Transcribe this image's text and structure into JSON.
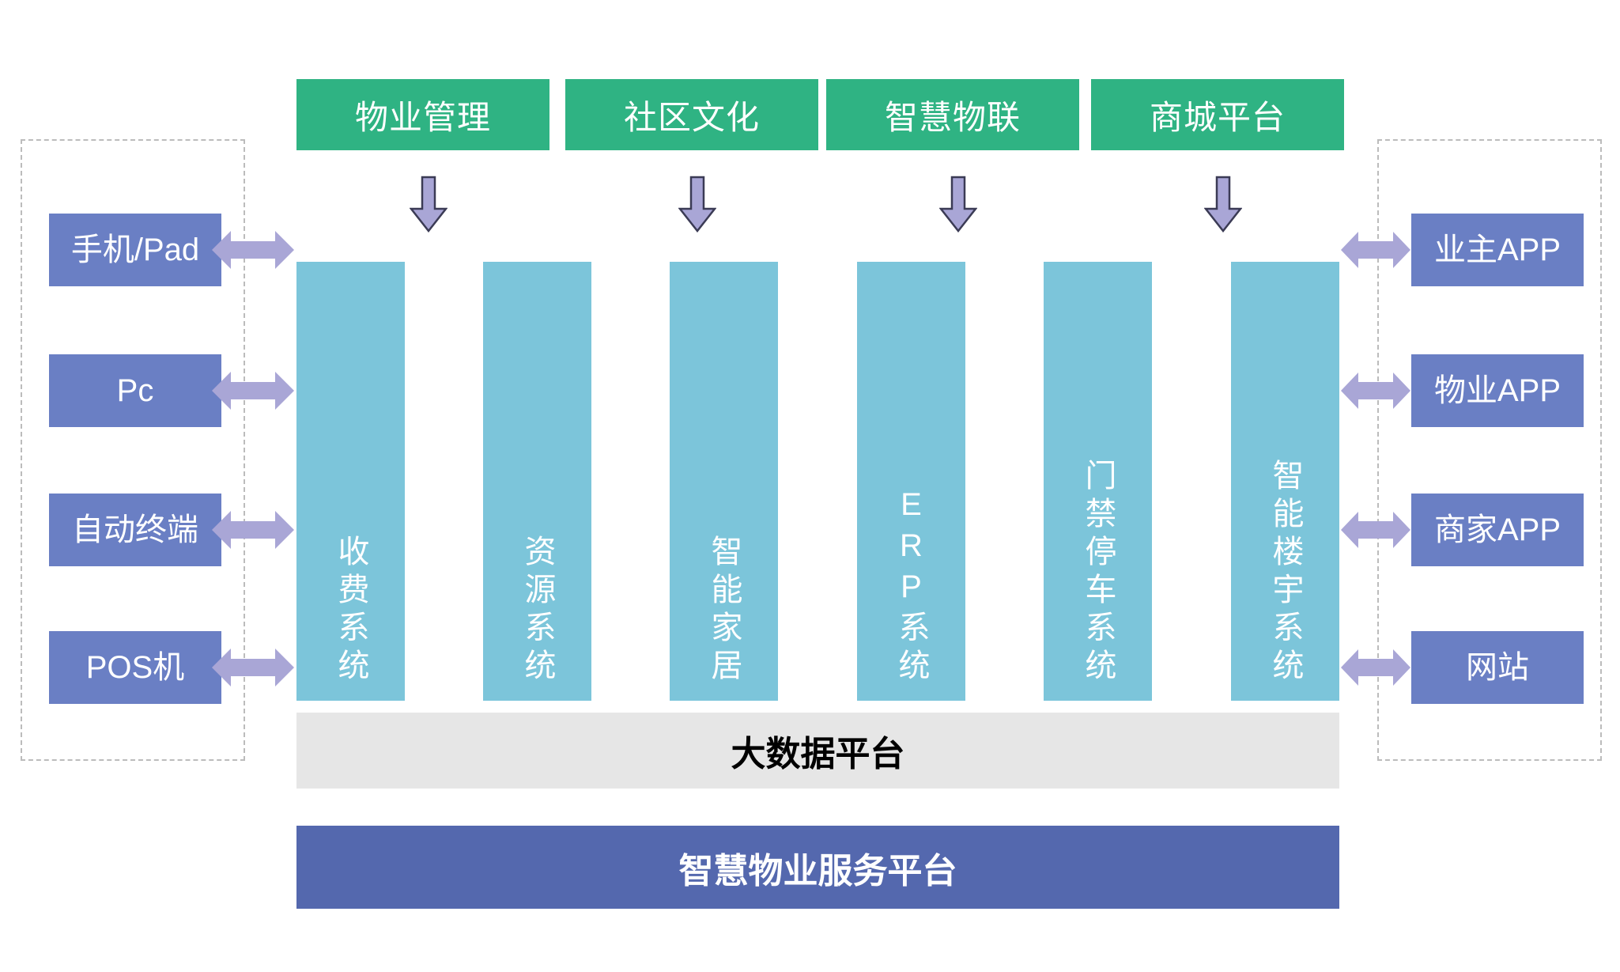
{
  "diagram": {
    "title_bottom_bar": "智慧物业服务平台",
    "data_platform_bar": "大数据平台",
    "colors": {
      "green": "#2fb383",
      "teal": "#7cc5da",
      "blue": "#6a7fc4",
      "indigo": "#5468ae",
      "gray": "#e6e6e6",
      "arrow": "#a9a6d6",
      "arrow_outline": "#3b3b55",
      "dashed_border": "#bcbcbc"
    }
  },
  "top_modules": [
    {
      "label": "物业管理"
    },
    {
      "label": "社区文化"
    },
    {
      "label": "智慧物联"
    },
    {
      "label": "商城平台"
    }
  ],
  "left_clients": {
    "items": [
      {
        "label": "手机/Pad"
      },
      {
        "label": "Pc"
      },
      {
        "label": "自动终端"
      },
      {
        "label": "POS机"
      }
    ]
  },
  "right_clients": {
    "items": [
      {
        "label": "业主APP"
      },
      {
        "label": "物业APP"
      },
      {
        "label": "商家APP"
      },
      {
        "label": "网站"
      }
    ]
  },
  "systems": [
    {
      "label": "收费系统"
    },
    {
      "label": "资源系统"
    },
    {
      "label": "智能家居"
    },
    {
      "label": "ERP系统"
    },
    {
      "label": "门禁停车系统"
    },
    {
      "label": "智能楼宇系统"
    }
  ],
  "arrows": {
    "down_icon": "arrow-down-icon",
    "bidirectional_icon": "arrow-left-right-icon",
    "down_count": 4,
    "left_count": 4,
    "right_count": 4
  }
}
